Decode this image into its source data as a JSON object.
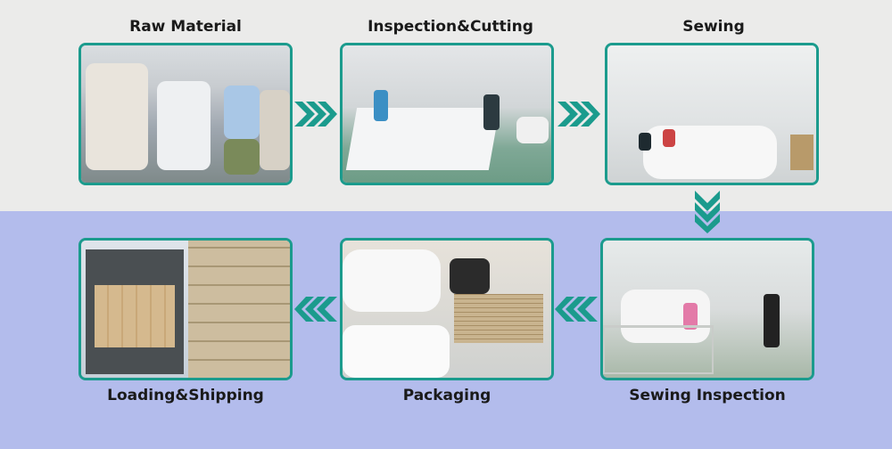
{
  "steps": [
    {
      "label": "Raw Material"
    },
    {
      "label": "Inspection&Cutting"
    },
    {
      "label": "Sewing"
    },
    {
      "label": "Sewing Inspection"
    },
    {
      "label": "Packaging"
    },
    {
      "label": "Loading&Shipping"
    }
  ],
  "colors": {
    "accent": "#1b9b8d",
    "top_bg": "#ebebea",
    "bottom_bg": "#b3bcec"
  },
  "icons": {
    "flow_arrow": "triple-chevron-icon"
  }
}
